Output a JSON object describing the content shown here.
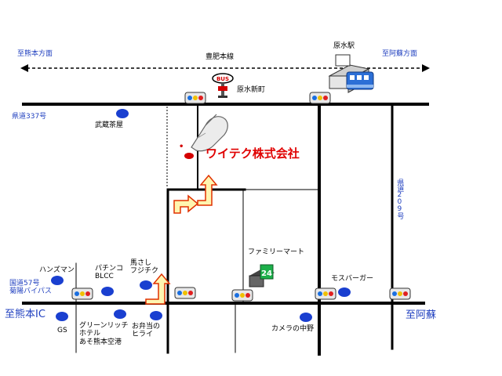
{
  "map": {
    "direction_west_top": "至熊本方面",
    "direction_east_top": "至阿蘇方面",
    "railway_label": "豊肥本線",
    "station_label": "原水駅",
    "bus_stop_label": "原水新町",
    "bus_sign": "BUS",
    "prefectural_road_337": "県道337号",
    "prefectural_road_209": "県道209号",
    "landmark_teahouse": "武蔵茶屋",
    "company_name": "ワイテク株式会社",
    "familymart": "ファミリーマート",
    "familymart_badge": "24",
    "hands_man": "ハンズマン",
    "pachinko": "パチンコ\nBLCC",
    "basashi": "馬さし\nフジチク",
    "national_route": "国道57号\n菊陽バイパス",
    "mos_burger": "モスバーガー",
    "to_kumamoto_ic": "至熊本IC",
    "to_aso": "至阿蘇",
    "gs": "GS",
    "hotel": "グリーンリッチ\nホテル\nあそ熊本空港",
    "bento": "お弁当の\nヒライ",
    "camera": "カメラの中野",
    "colors": {
      "road": "#000000",
      "landmark_dot": "#1a3fd0",
      "company_text": "#e00000",
      "direction_text": "#1f3fbf",
      "route_arrow_fill": "#fff5b0",
      "route_arrow_stroke": "#e03000"
    },
    "icons": [
      "traffic-light-icon",
      "pointing-hand-icon",
      "train-icon",
      "bus-stop-icon",
      "convenience-store-icon",
      "route-arrow-icon"
    ]
  }
}
